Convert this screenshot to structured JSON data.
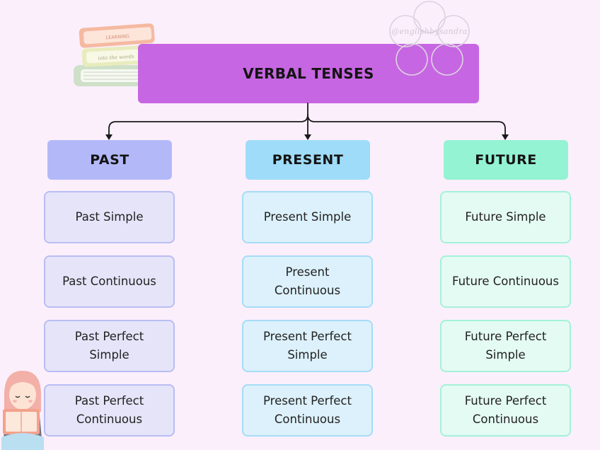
{
  "title": "VERBAL TENSES",
  "watermark": "@englishbysandra",
  "book_labels": [
    "LEARNING",
    "into the words"
  ],
  "colors": {
    "background": "#fbeffc",
    "title_fill": "#c766e2",
    "past_head": "#b3b9f8",
    "past_box_fill": "#e6e4f9",
    "past_box_border": "#b9bdf3",
    "present_head": "#9fdcf9",
    "present_box_fill": "#dcf1fb",
    "present_box_border": "#a6dcf6",
    "future_head": "#93f3d2",
    "future_box_fill": "#e4fbf3",
    "future_box_border": "#a4f2d8",
    "connector": "#1a1a1a"
  },
  "columns": [
    {
      "heading": "PAST",
      "tenses": [
        "Past Simple",
        "Past Continuous",
        "Past Perfect Simple",
        "Past Perfect Continuous"
      ]
    },
    {
      "heading": "PRESENT",
      "tenses": [
        "Present Simple",
        "Present Continuous",
        "Present Perfect Simple",
        "Present Perfect Continuous"
      ]
    },
    {
      "heading": "FUTURE",
      "tenses": [
        "Future Simple",
        "Future Continuous",
        "Future Perfect Simple",
        "Future Perfect Continuous"
      ]
    }
  ]
}
